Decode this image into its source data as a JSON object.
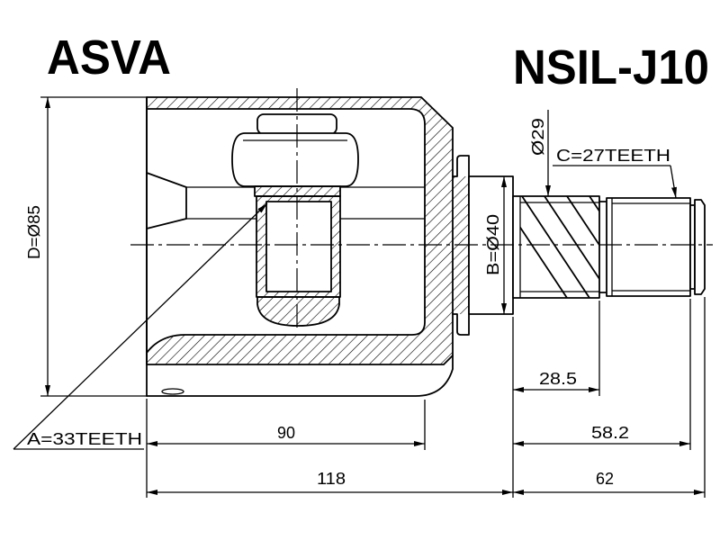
{
  "labels": {
    "brand": "ASVA",
    "part_number": "NSIL-J10",
    "d_diameter": "D=Ø85",
    "b_diameter": "B=Ø40",
    "spline_diameter": "Ø29",
    "a_teeth": "A=33TEETH",
    "c_teeth": "C=27TEETH"
  },
  "dimensions": {
    "housing_length": "90",
    "overall_length": "118",
    "spline_length": "28.5",
    "shaft_to_groove_length": "58.2",
    "shaft_length": "62"
  },
  "colors": {
    "line": "#000000",
    "background": "#ffffff"
  }
}
